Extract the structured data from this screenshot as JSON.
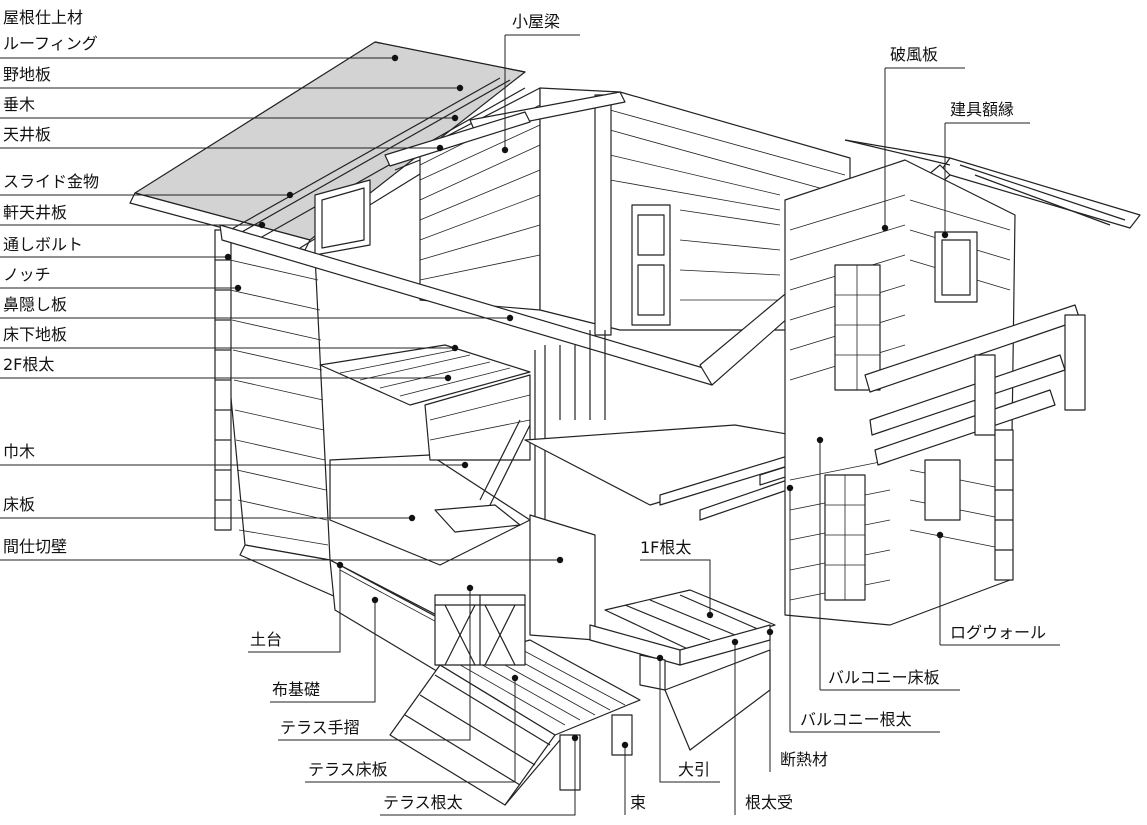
{
  "colors": {
    "line": "#222222",
    "roof": "#d3d3d3",
    "paper": "#ffffff",
    "dot": "#111111"
  },
  "labels": {
    "yane_shiage": "屋根仕上材",
    "roofing": "ルーフィング",
    "nojiita": "野地板",
    "taruki": "垂木",
    "tenjoita": "天井板",
    "slide_kanamono": "スライド金物",
    "noki_tenjoita": "軒天井板",
    "toshi_bolt": "通しボルト",
    "notch": "ノッチ",
    "hanakakushi": "鼻隠し板",
    "yukashita_jiita": "床下地板",
    "nekoda_2f": "2F根太",
    "habaki": "巾木",
    "yukaita": "床板",
    "majikiri": "間仕切壁",
    "dodai": "土台",
    "nunokiso": "布基礎",
    "terrace_tesuri": "テラス手摺",
    "terrace_yukaita": "テラス床板",
    "terrace_nekoda": "テラス根太",
    "tsuka": "束",
    "ohbiki": "大引",
    "nekoda_uke": "根太受",
    "dannetsu": "断熱材",
    "balcony_nekoda": "バルコニー根太",
    "balcony_yukaita": "バルコニー床板",
    "log_wall": "ログウォール",
    "nekoda_1f": "1F根太",
    "koyabari": "小屋梁",
    "hafuita": "破風板",
    "tategu_gakubuchi": "建具額縁"
  }
}
